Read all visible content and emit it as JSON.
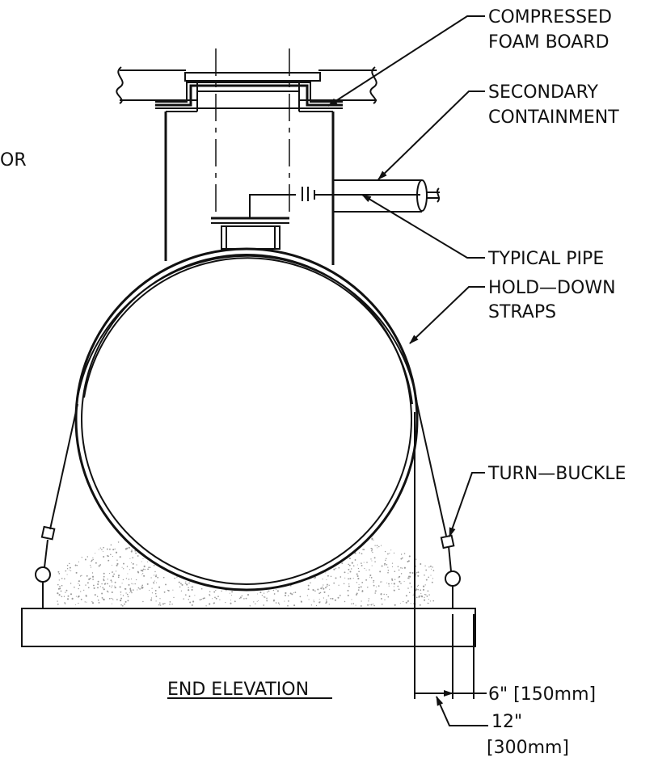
{
  "labels": {
    "compressed_foam_line1": "COMPRESSED",
    "compressed_foam_line2": "FOAM  BOARD",
    "secondary_line1": "SECONDARY",
    "secondary_line2": "CONTAINMENT",
    "partial_text": "OR",
    "typical_pipe": "TYPICAL  PIPE",
    "hold_down_line1": "HOLD—DOWN",
    "hold_down_line2": "STRAPS",
    "turn_buckle": "TURN—BUCKLE",
    "end_elevation": "END  ELEVATION",
    "dim_6in": "6\"  [150mm]",
    "dim_12in": "12\"",
    "dim_300mm": "[300mm]"
  },
  "colors": {
    "ink": "#111111",
    "background": "#ffffff",
    "gravel": "#9a9a9a"
  }
}
